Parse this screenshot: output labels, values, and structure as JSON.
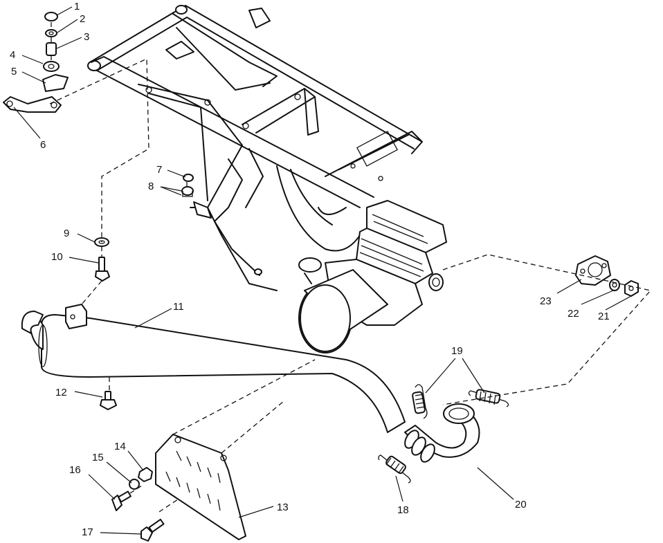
{
  "parts": [
    {
      "id": "p1",
      "label": "1"
    },
    {
      "id": "p2",
      "label": "2"
    },
    {
      "id": "p3",
      "label": "3"
    },
    {
      "id": "p4",
      "label": "4"
    },
    {
      "id": "p5",
      "label": "5"
    },
    {
      "id": "p6",
      "label": "6"
    },
    {
      "id": "p7",
      "label": "7"
    },
    {
      "id": "p8",
      "label": "8"
    },
    {
      "id": "p9",
      "label": "9"
    },
    {
      "id": "p10",
      "label": "10"
    },
    {
      "id": "p11",
      "label": "11"
    },
    {
      "id": "p12",
      "label": "12"
    },
    {
      "id": "p13",
      "label": "13"
    },
    {
      "id": "p14",
      "label": "14"
    },
    {
      "id": "p15",
      "label": "15"
    },
    {
      "id": "p16",
      "label": "16"
    },
    {
      "id": "p17",
      "label": "17"
    },
    {
      "id": "p18",
      "label": "18"
    },
    {
      "id": "p19",
      "label": "19"
    },
    {
      "id": "p20",
      "label": "20"
    },
    {
      "id": "p21",
      "label": "21"
    },
    {
      "id": "p22",
      "label": "22"
    },
    {
      "id": "p23",
      "label": "23"
    }
  ]
}
